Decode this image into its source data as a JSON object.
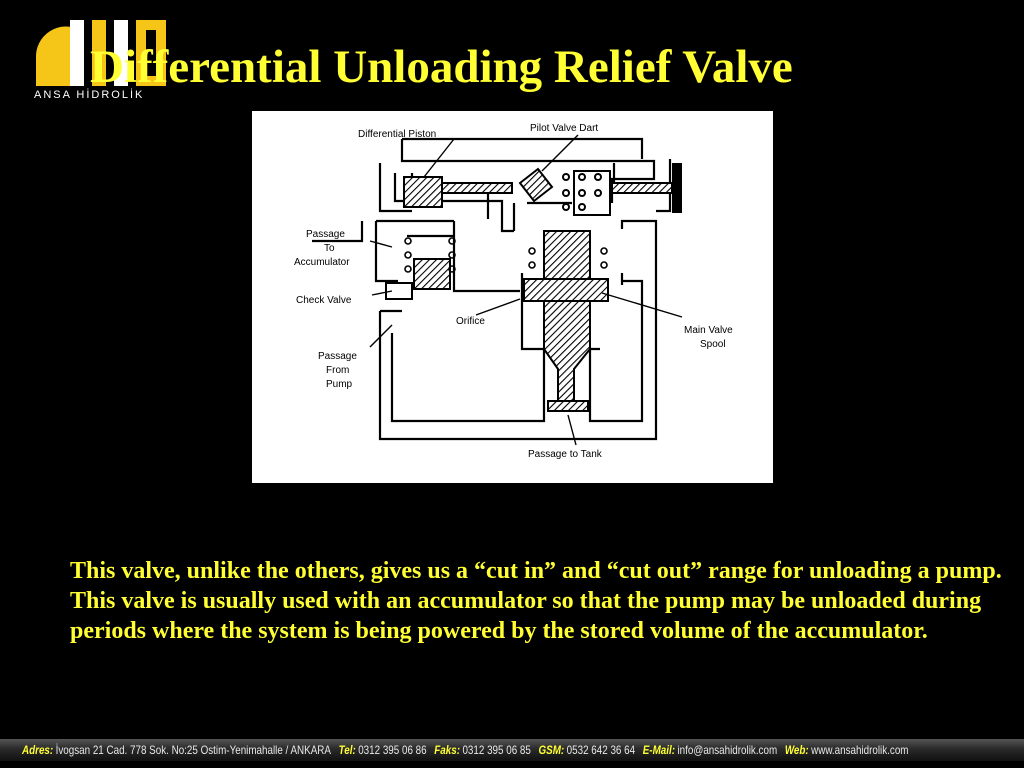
{
  "brand": {
    "name": "ANSA HİDROLİK",
    "logo_color": "#f5c518"
  },
  "slide": {
    "title": "Differential Unloading Relief Valve",
    "body": "This valve, unlike the others, gives us a “cut in” and “cut out” range for unloading a pump.  This valve is usually used with an accumulator so that the pump may be unloaded during periods where the system is being powered by the stored volume of the accumulator.",
    "title_color": "#ffff33",
    "text_color": "#ffff33"
  },
  "diagram": {
    "labels": {
      "differential_piston": "Differential Piston",
      "pilot_valve_dart": "Pilot Valve Dart",
      "passage_to_acc_1": "Passage",
      "passage_to_acc_2": "To",
      "passage_to_acc_3": "Accumulator",
      "check_valve": "Check Valve",
      "orifice": "Orifice",
      "main_valve_1": "Main Valve",
      "main_valve_2": "Spool",
      "passage_from_1": "Passage",
      "passage_from_2": "From",
      "passage_from_3": "Pump",
      "passage_to_tank": "Passage to Tank"
    }
  },
  "footer": {
    "address_key": "Adres:",
    "address": "İvogsan 21 Cad. 778 Sok. No:25 Ostim-Yenimahalle / ANKARA",
    "tel_key": "Tel:",
    "tel": "0312 395 06 86",
    "fax_key": "Faks:",
    "fax": "0312 395 06 85",
    "gsm_key": "GSM:",
    "gsm": "0532 642 36 64",
    "email_key": "E-Mail:",
    "email": "info@ansahidrolik.com",
    "web_key": "Web:",
    "web": "www.ansahidrolik.com"
  }
}
